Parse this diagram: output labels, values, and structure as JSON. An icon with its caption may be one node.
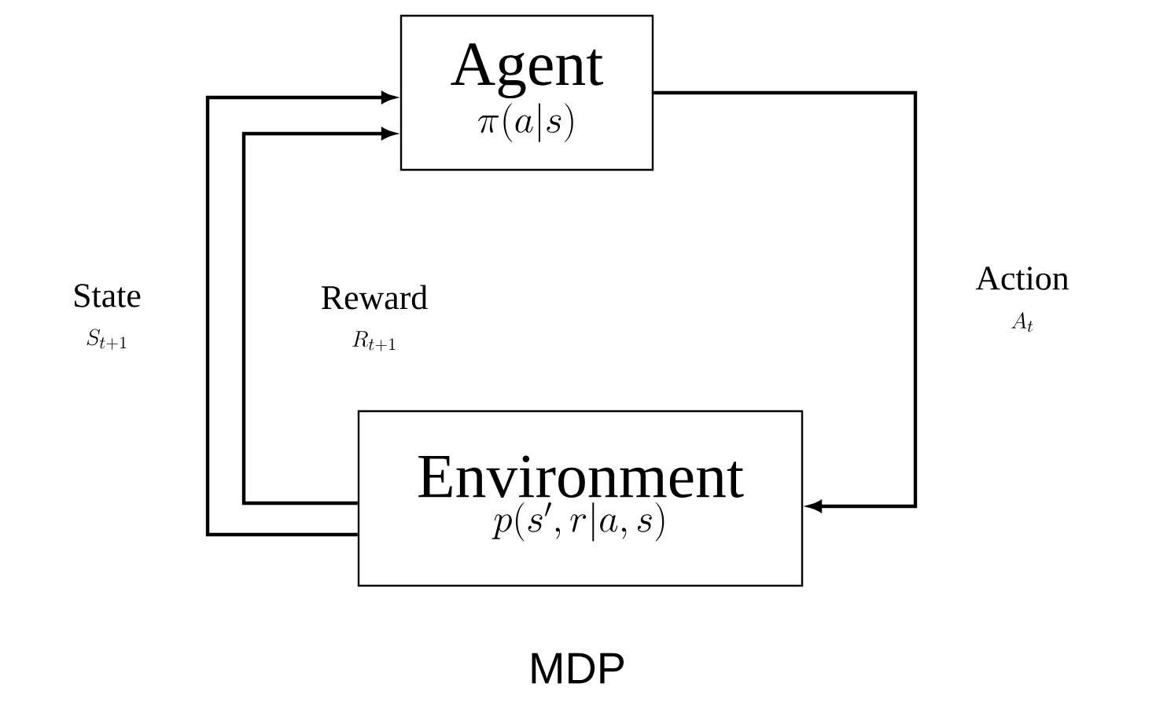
{
  "diagram": {
    "caption": "MDP",
    "nodes": [
      {
        "text": [
          "Agent",
          "\\pi(a|s)"
        ]
      },
      {
        "text": [
          "Environment",
          "p(s',r|a,s)"
        ]
      }
    ],
    "edges": [
      {
        "from": 0,
        "to": 1,
        "arrow": "to",
        "label": "Action"
      },
      {
        "from": 1,
        "to": 0,
        "arrow": "to",
        "label": "State"
      },
      {
        "from": 1,
        "to": 0,
        "arrow": "to",
        "label": "Reward"
      }
    ],
    "labels": [
      "A_t",
      "S_{t+1}",
      "R_{t+1}"
    ]
  }
}
